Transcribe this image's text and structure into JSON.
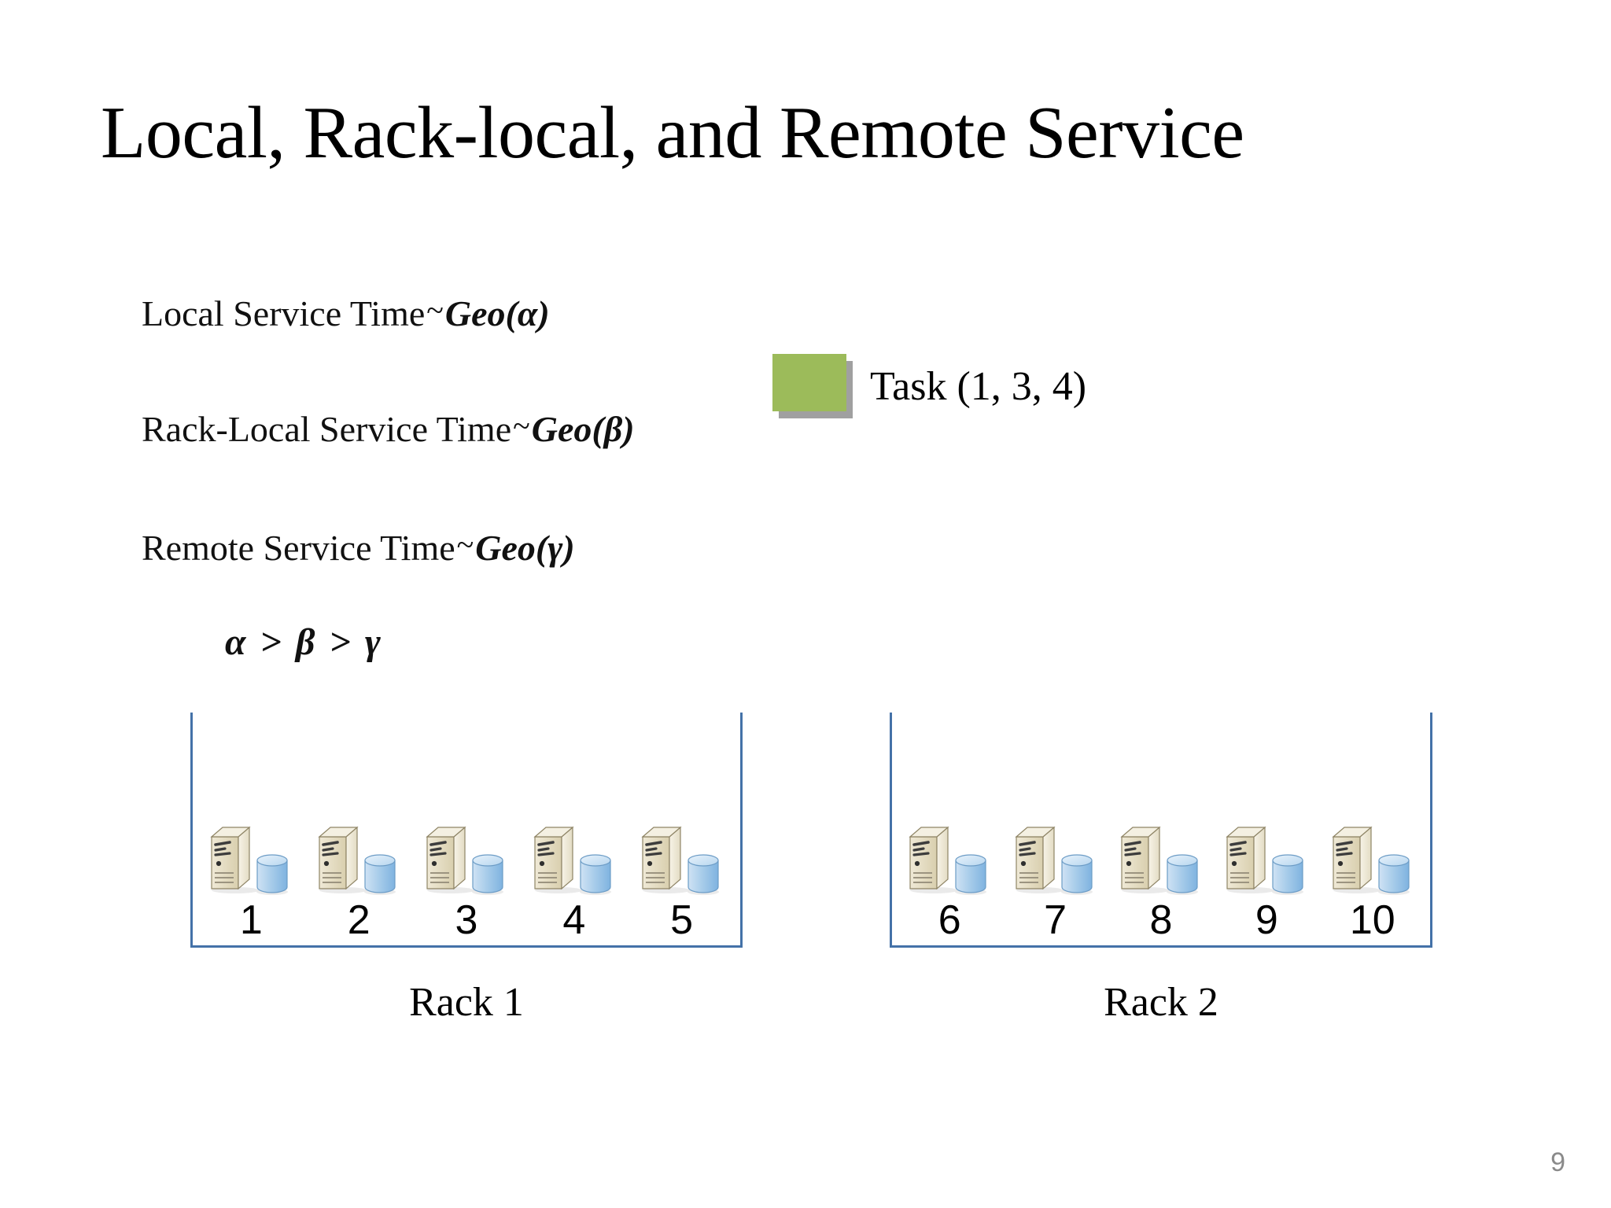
{
  "slide": {
    "title": "Local, Rack-local, and Remote Service",
    "page_number": "9",
    "background_color": "#ffffff"
  },
  "formulas": {
    "local": {
      "label": "Local Service Time",
      "relation": "~",
      "distribution": "Geo(α)",
      "parameter": "α"
    },
    "rack_local": {
      "label": "Rack-Local Service Time",
      "relation": "~",
      "distribution": "Geo(β)",
      "parameter": "β"
    },
    "remote": {
      "label": "Remote Service Time",
      "relation": "~",
      "distribution": "Geo(γ)",
      "parameter": "γ"
    },
    "inequality": "α > β > γ"
  },
  "legend": {
    "task_label": "Task (1, 3, 4)",
    "swatch_color": "#9cbb5a",
    "swatch_shadow_color": "#a0a0a0"
  },
  "racks": [
    {
      "caption": "Rack 1",
      "border_color": "#4472a8",
      "servers": [
        {
          "id": "1"
        },
        {
          "id": "2"
        },
        {
          "id": "3"
        },
        {
          "id": "4"
        },
        {
          "id": "5"
        }
      ]
    },
    {
      "caption": "Rack 2",
      "border_color": "#4472a8",
      "servers": [
        {
          "id": "6"
        },
        {
          "id": "7"
        },
        {
          "id": "8"
        },
        {
          "id": "9"
        },
        {
          "id": "10"
        }
      ]
    }
  ],
  "icons": {
    "server_tower": "server-tower-icon",
    "database_cylinder": "database-cylinder-icon"
  }
}
